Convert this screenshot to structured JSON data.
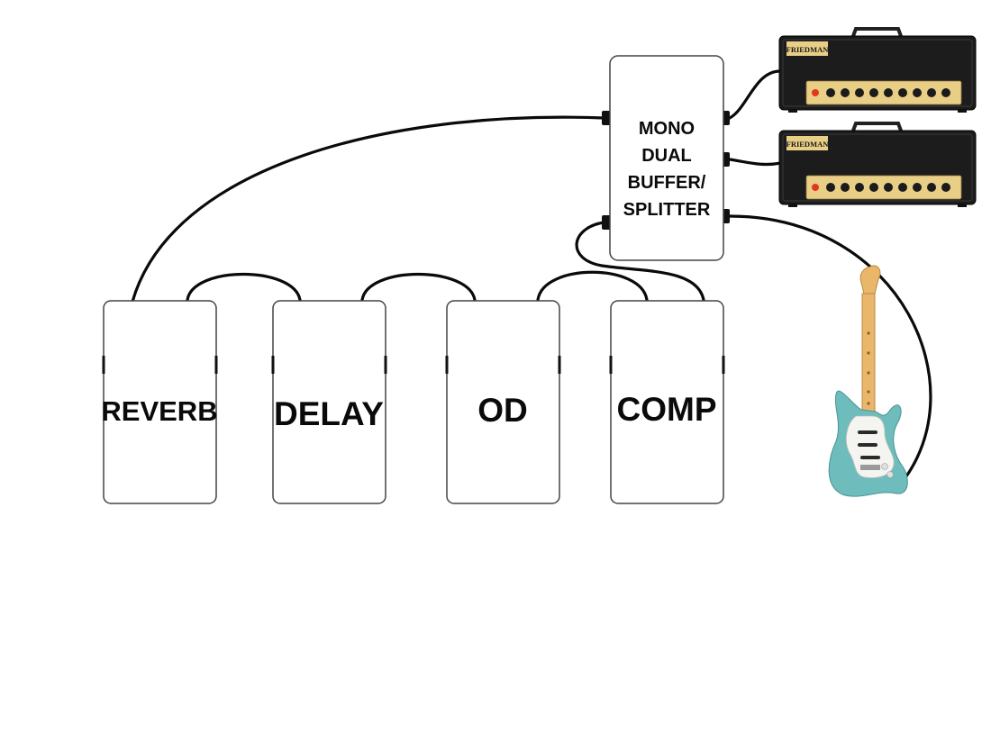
{
  "pedals": [
    {
      "id": "reverb",
      "label": "REVERB"
    },
    {
      "id": "delay",
      "label": "DELAY"
    },
    {
      "id": "od",
      "label": "OD"
    },
    {
      "id": "comp",
      "label": "COMP"
    }
  ],
  "splitter": {
    "lines": [
      "MONO",
      "DUAL",
      "BUFFER/",
      "SPLITTER"
    ]
  },
  "amps": [
    {
      "brand": "FRIEDMAN"
    },
    {
      "brand": "FRIEDMAN"
    }
  ],
  "colors": {
    "cable": "#0a0a0a",
    "pedal_fill": "#ffffff",
    "pedal_stroke": "#444444",
    "amp_body": "#1c1c1c",
    "amp_panel": "#e9cf86",
    "guitar_body": "#6fbcbc",
    "guitar_neck": "#e9b66a",
    "pickguard": "#f4f4f0",
    "indicator": "#e2381c"
  }
}
